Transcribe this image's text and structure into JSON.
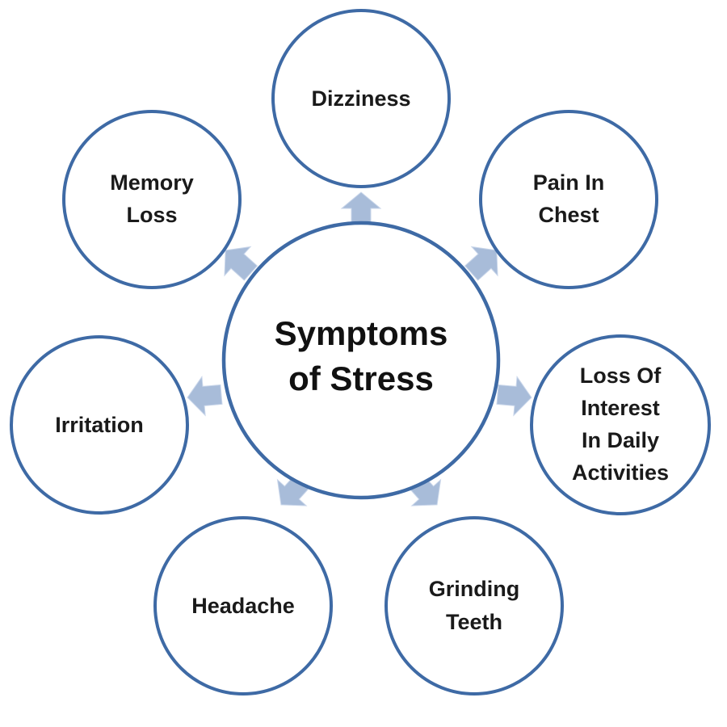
{
  "center": {
    "lines": [
      "Symptoms",
      "of Stress"
    ]
  },
  "nodes": [
    {
      "id": "dizziness",
      "lines": [
        "Dizziness"
      ]
    },
    {
      "id": "pain-in-chest",
      "lines": [
        "Pain In",
        "Chest"
      ]
    },
    {
      "id": "loss-of-interest",
      "lines": [
        "Loss Of",
        "Interest",
        "In Daily",
        "Activities"
      ]
    },
    {
      "id": "grinding-teeth",
      "lines": [
        "Grinding",
        "Teeth"
      ]
    },
    {
      "id": "headache",
      "lines": [
        "Headache"
      ]
    },
    {
      "id": "irritation",
      "lines": [
        "Irritation"
      ]
    },
    {
      "id": "memory-loss",
      "lines": [
        "Memory",
        "Loss"
      ]
    }
  ],
  "colors": {
    "circle_stroke": "#3e6aa5",
    "arrow_fill": "#a8bcd9",
    "text": "#1a1a1a"
  }
}
